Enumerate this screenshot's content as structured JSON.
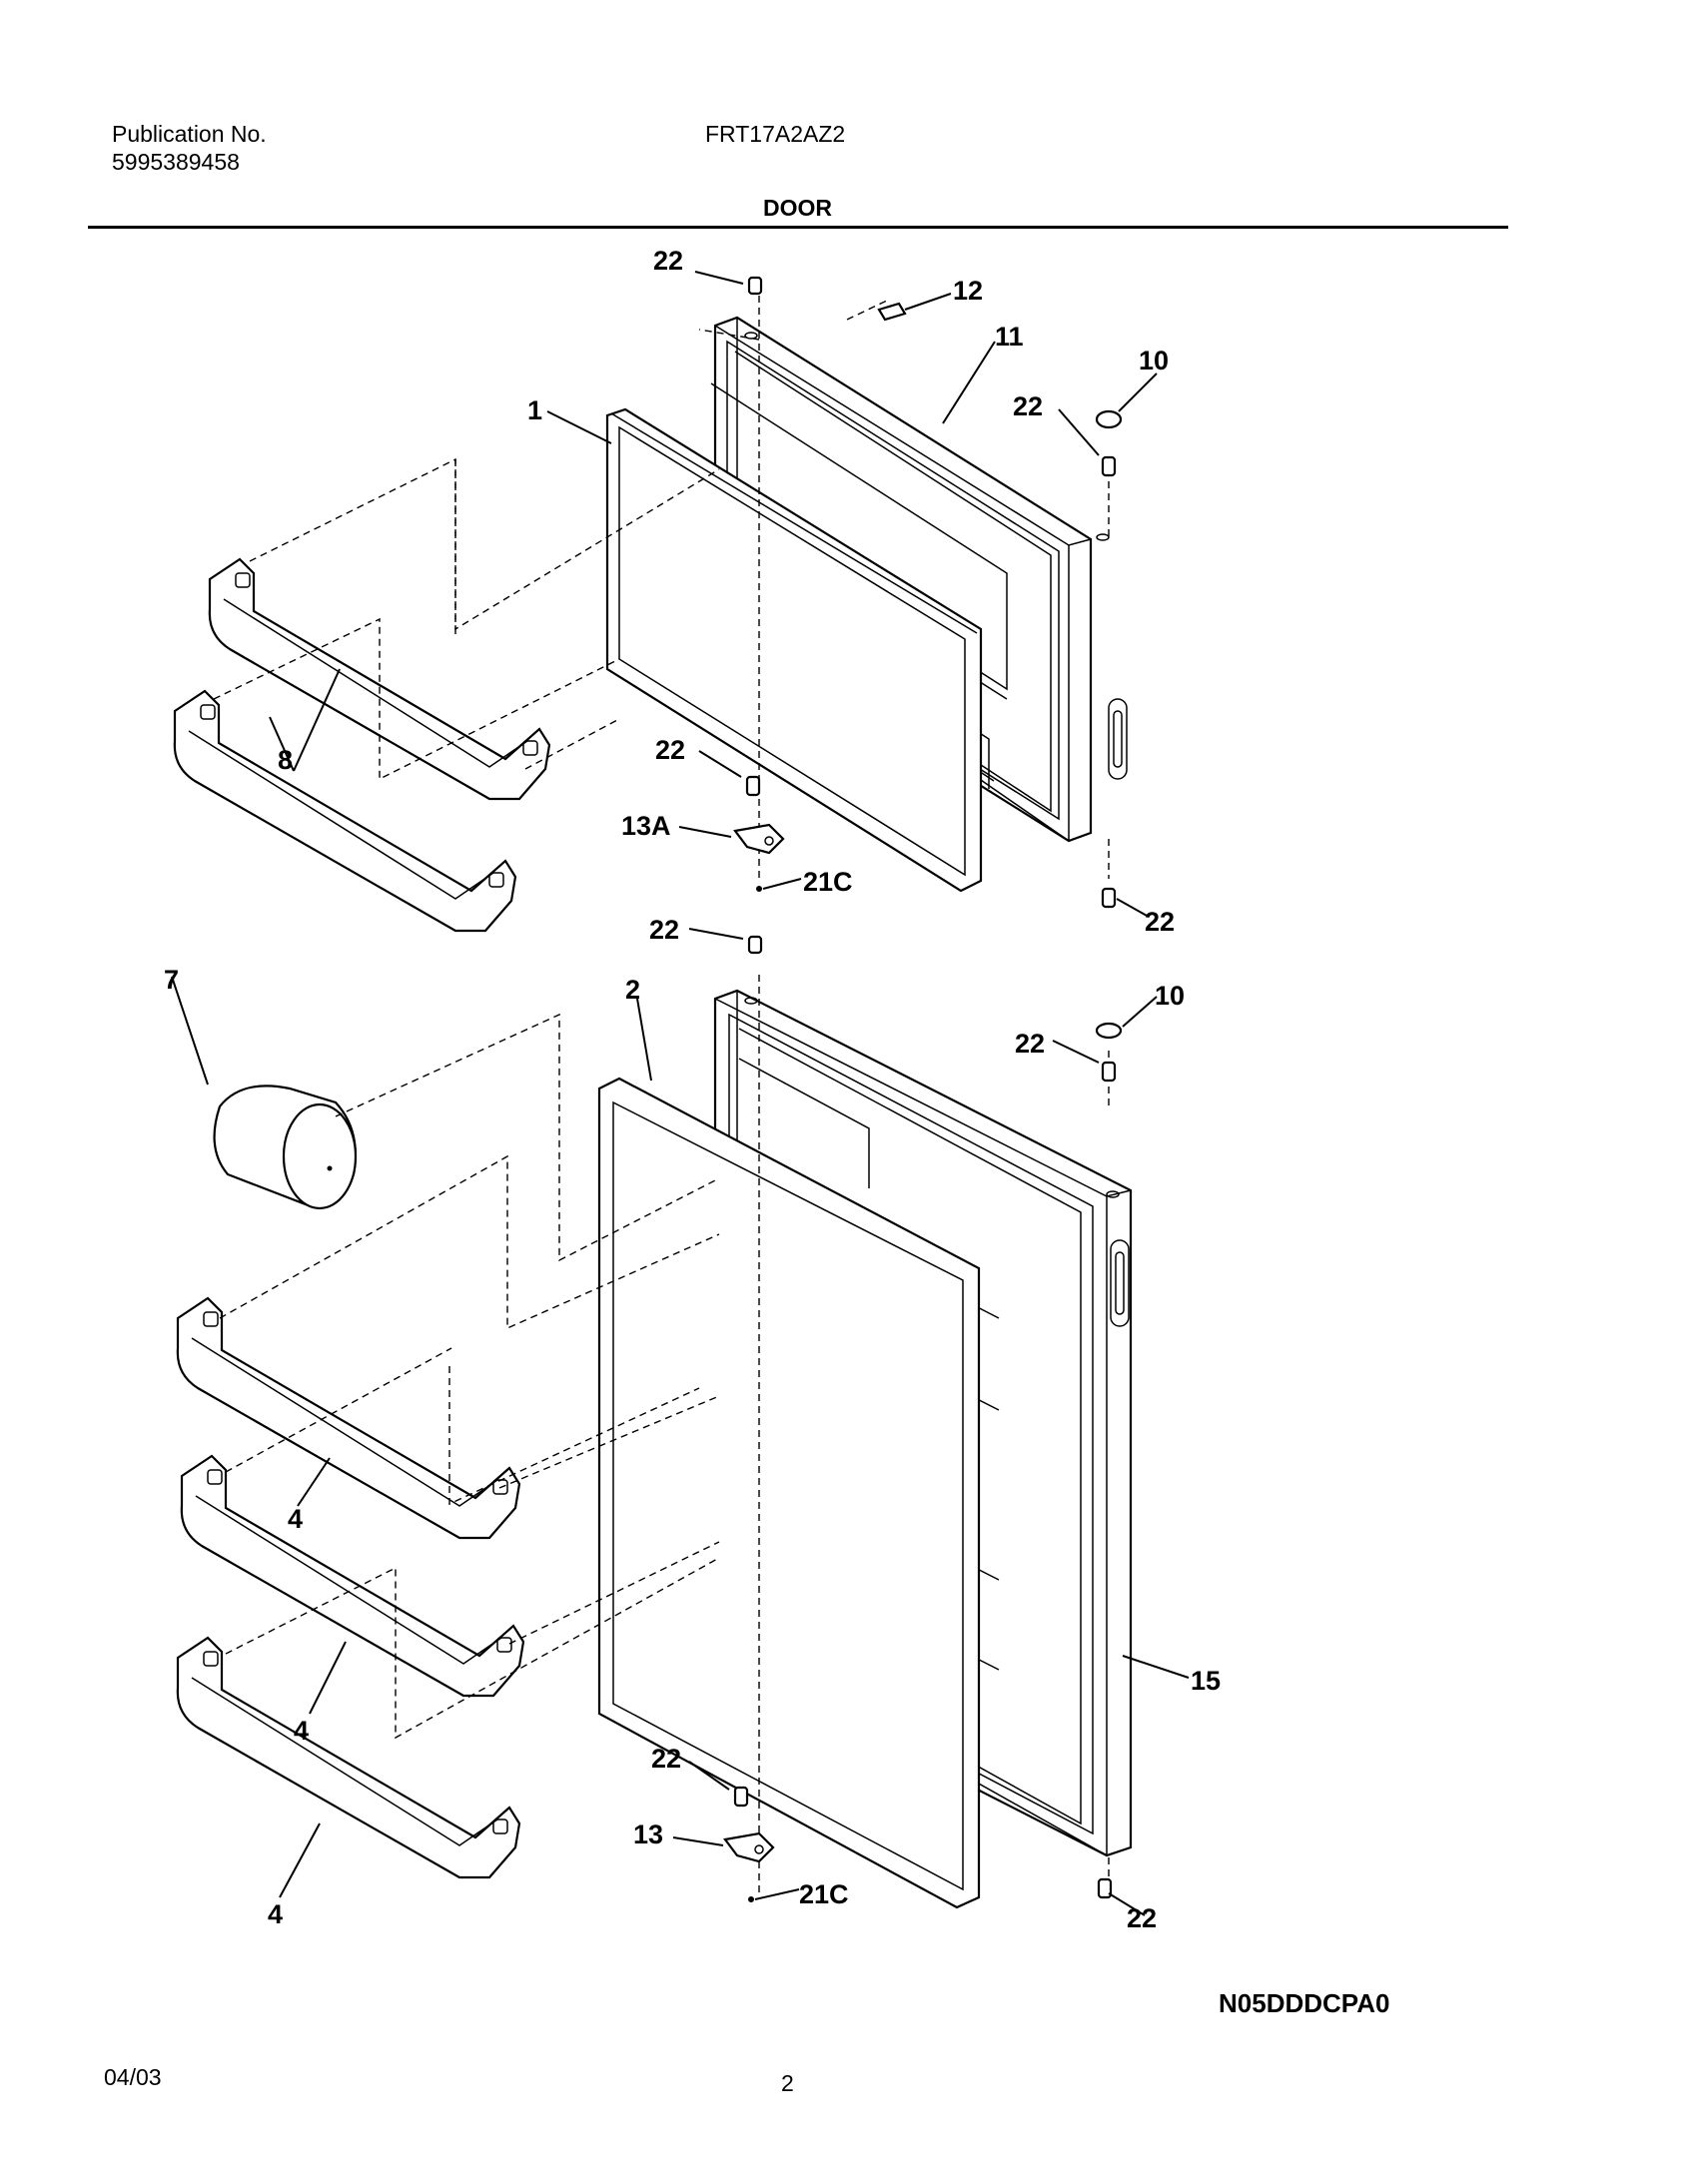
{
  "header": {
    "publication_label": "Publication No.",
    "publication_number": "5995389458",
    "model": "FRT17A2AZ2",
    "section_title": "DOOR"
  },
  "diagram": {
    "callouts": {
      "c1": "1",
      "c2": "2",
      "c4a": "4",
      "c4b": "4",
      "c4c": "4",
      "c7": "7",
      "c8": "8",
      "c10a": "10",
      "c10b": "10",
      "c11": "11",
      "c12": "12",
      "c13": "13",
      "c13a": "13A",
      "c15": "15",
      "c21c_top": "21C",
      "c21c_bot": "21C",
      "c22_1": "22",
      "c22_2": "22",
      "c22_3": "22",
      "c22_4": "22",
      "c22_5": "22",
      "c22_6": "22",
      "c22_7": "22",
      "c22_8": "22"
    },
    "figure_code": "N05DDDCPA0"
  },
  "footer": {
    "date": "04/03",
    "page_number": "2"
  }
}
